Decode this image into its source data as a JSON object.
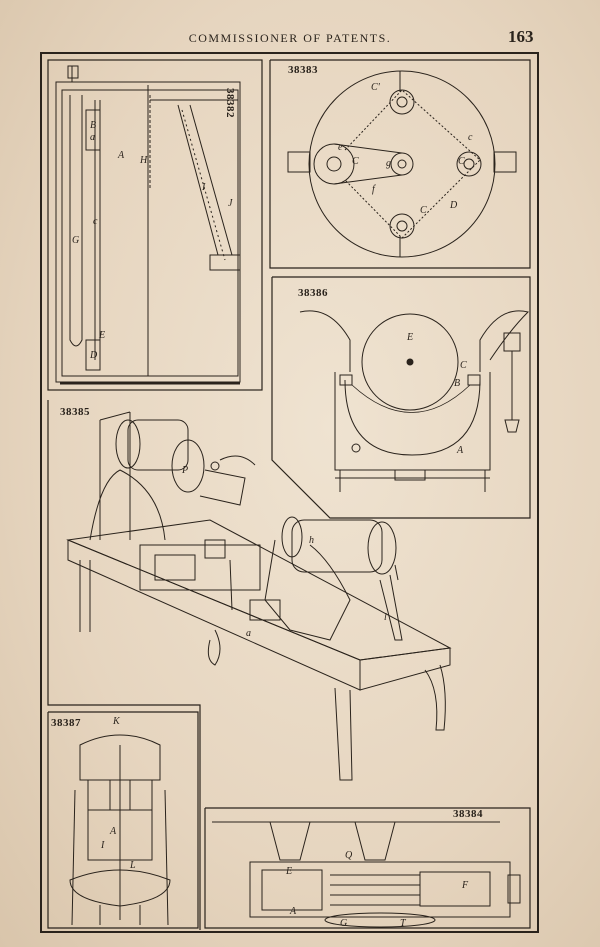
{
  "header": {
    "title": "COMMISSIONER OF PATENTS.",
    "page_number": "163"
  },
  "figures": {
    "f38382": {
      "number": "38382",
      "letters": [
        "B",
        "a",
        "A",
        "H",
        "G",
        "c",
        "E",
        "D",
        "I",
        "J"
      ]
    },
    "f38383": {
      "number": "38383",
      "letters": [
        "C'",
        "e",
        "C",
        "g",
        "C",
        "f",
        "D",
        "C",
        "c"
      ]
    },
    "f38386": {
      "number": "38386",
      "letters": [
        "E",
        "C",
        "B",
        "A"
      ]
    },
    "f38385": {
      "number": "38385",
      "letters": [
        "P",
        "h",
        "l",
        "a"
      ]
    },
    "f38387": {
      "number": "38387",
      "letters": [
        "K",
        "I",
        "L",
        "A"
      ]
    },
    "f38384": {
      "number": "38384",
      "letters": [
        "Q",
        "E",
        "F",
        "A",
        "G",
        "T"
      ]
    }
  }
}
